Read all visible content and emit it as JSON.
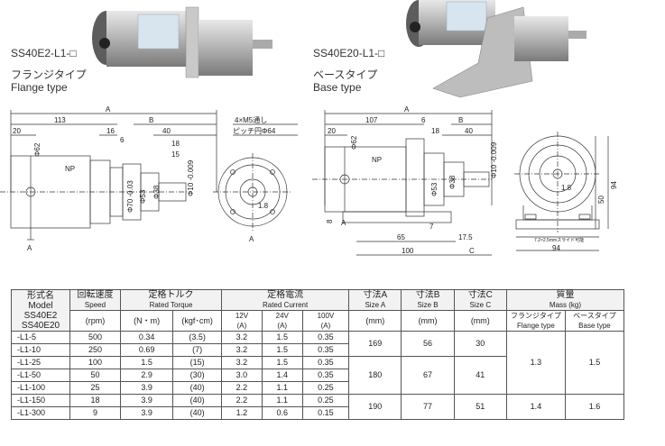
{
  "products": [
    {
      "code": "SS40E2-L1-□",
      "jp": "フランジタイプ",
      "en": "Flange type"
    },
    {
      "code": "SS40E20-L1-□",
      "jp": "ベースタイプ",
      "en": "Base type"
    }
  ],
  "drawing_left": {
    "dim_a": "A",
    "dim_b": "B",
    "d113": "113",
    "d20": "20",
    "d16": "16",
    "d6": "6",
    "d40": "40",
    "d18": "18",
    "d15": "15",
    "phi62": "Φ62",
    "phi70": "Φ70 -0.03",
    "phi53": "Φ53",
    "phi38": "Φ38",
    "phi10": "Φ10 -0.009",
    "np": "NP",
    "screw": "4×M5通し",
    "pitch": "ピッチ円Φ64",
    "d18b": "1.8",
    "a_mark": "A"
  },
  "drawing_right": {
    "dim_a": "A",
    "dim_b": "B",
    "d107": "107",
    "d6": "6",
    "d18": "18",
    "d20": "20",
    "d40": "40",
    "phi62": "Φ62",
    "phi53": "Φ53",
    "phi38": "Φ38",
    "phi10": "Φ10 -0.009",
    "np": "NP",
    "d65": "65",
    "d7": "7",
    "d175": "17.5",
    "d100": "100",
    "dim_c": "C",
    "d94": "94",
    "d50": "50",
    "d94b": "94",
    "slot": "7.2×2.5mmスライド可能",
    "d8": "8",
    "d18b": "1.8",
    "a_mark": "A"
  },
  "table": {
    "headers": {
      "model": {
        "jp": "形式名",
        "en": "Model",
        "sub1": "SS40E2",
        "sub2": "SS40E20"
      },
      "speed": {
        "jp": "回転速度",
        "en": "Speed"
      },
      "torque": {
        "jp": "定格トルク",
        "en": "Rated Torque"
      },
      "current": {
        "jp": "定格電流",
        "en": "Rated Current"
      },
      "size_a": {
        "jp": "寸法A",
        "en": "Size A"
      },
      "size_b": {
        "jp": "寸法B",
        "en": "Size B"
      },
      "size_c": {
        "jp": "寸法C",
        "en": "Size C"
      },
      "mass": {
        "jp": "質量",
        "en": "Mass (kg)"
      },
      "mass_flange": {
        "jp": "フランジタイプ",
        "en": "Flange type"
      },
      "mass_base": {
        "jp": "ベースタイプ",
        "en": "Base type"
      }
    },
    "units": {
      "speed": "(rpm)",
      "torque_nm": "(N・m)",
      "torque_kgf": "(kgf･cm)",
      "v12": "12V",
      "v12a": "(A)",
      "v24": "24V",
      "v24a": "(A)",
      "v100": "100V",
      "v100a": "(A)",
      "mm_a": "(mm)",
      "mm_b": "(mm)",
      "mm_c": "(mm)"
    },
    "rows": [
      {
        "model": "-L1-5",
        "rpm": "500",
        "nm": "0.34",
        "kgf": "(3.5)",
        "a12": "3.2",
        "a24": "1.5",
        "a100": "0.35"
      },
      {
        "model": "-L1-10",
        "rpm": "250",
        "nm": "0.69",
        "kgf": "(7)",
        "a12": "3.2",
        "a24": "1.5",
        "a100": "0.35"
      },
      {
        "model": "-L1-25",
        "rpm": "100",
        "nm": "1.5",
        "kgf": "(15)",
        "a12": "3.2",
        "a24": "1.5",
        "a100": "0.35"
      },
      {
        "model": "-L1-50",
        "rpm": "50",
        "nm": "2.9",
        "kgf": "(30)",
        "a12": "3.0",
        "a24": "1.4",
        "a100": "0.35"
      },
      {
        "model": "-L1-100",
        "rpm": "25",
        "nm": "3.9",
        "kgf": "(40)",
        "a12": "2.2",
        "a24": "1.1",
        "a100": "0.25"
      },
      {
        "model": "-L1-150",
        "rpm": "18",
        "nm": "3.9",
        "kgf": "(40)",
        "a12": "2.2",
        "a24": "1.1",
        "a100": "0.25"
      },
      {
        "model": "-L1-300",
        "rpm": "9",
        "nm": "3.9",
        "kgf": "(40)",
        "a12": "1.2",
        "a24": "0.6",
        "a100": "0.15"
      }
    ],
    "groups": [
      {
        "a": "169",
        "b": "56",
        "c": "30"
      },
      {
        "a": "180",
        "b": "67",
        "c": "41"
      },
      {
        "a": "190",
        "b": "77",
        "c": "51"
      }
    ],
    "mass": {
      "g1_flange": "1.3",
      "g1_base": "1.5",
      "g2_flange": "1.4",
      "g2_base": "1.6"
    }
  }
}
